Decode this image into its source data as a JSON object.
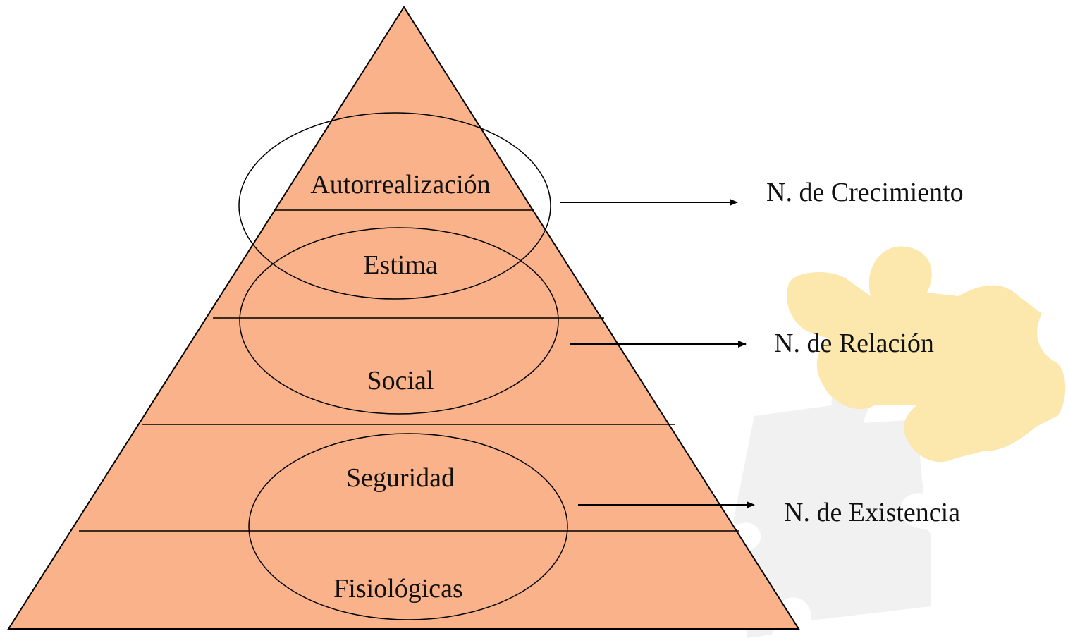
{
  "diagram": {
    "colors": {
      "pyramid_fill": "#F9B28A",
      "stroke": "#000000",
      "puzzle_yellow": "#FCE6A8",
      "puzzle_white": "#EFEFEF"
    },
    "levels": [
      "Autorrealización",
      "Estima",
      "Social",
      "Seguridad",
      "Fisiológicas"
    ],
    "groups": [
      "N. de Crecimiento",
      "N. de Relación",
      "N. de Existencia"
    ],
    "decoration": [
      "puzzle-piece-icon"
    ]
  }
}
